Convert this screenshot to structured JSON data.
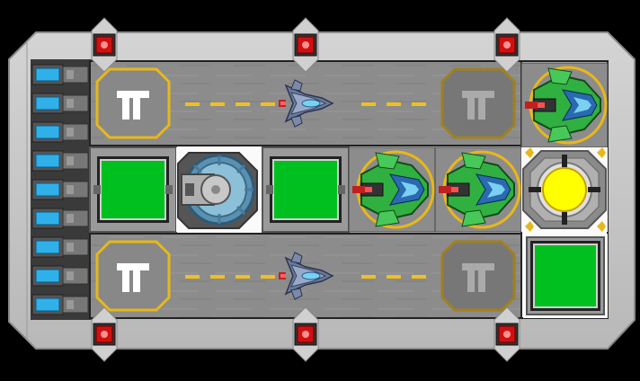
{
  "game": {
    "view": "ship-deck-top-down",
    "palette": {
      "hull": "#c8c8c8",
      "hull_edge": "#8a8a8a",
      "deck": "#8c8c8c",
      "deck_light": "#a0a0a0",
      "runway_dash": "#f0c020",
      "pad_ring": "#e8b818",
      "bay_green": "#00c020",
      "light_red": "#d01010",
      "reactor_yellow": "#ffff00",
      "ship_green": "#30b040",
      "engine_blue": "#30b0e8"
    },
    "runways": [
      {
        "name": "runway-top",
        "pads": [
          "landing-pad-ready",
          "landing-pad-dim"
        ],
        "ship": "fighter-docked"
      },
      {
        "name": "runway-bottom",
        "pads": [
          "landing-pad-ready",
          "landing-pad-dim"
        ],
        "ship": "fighter-docked"
      }
    ],
    "middle_row": [
      "hangar-bay",
      "turret",
      "hangar-bay",
      "gunship",
      "gunship",
      "reactor-core"
    ],
    "right_column": [
      "gunship",
      "reactor-core",
      "hangar-bay"
    ],
    "warning_lights": 6,
    "thrusters": 9
  }
}
